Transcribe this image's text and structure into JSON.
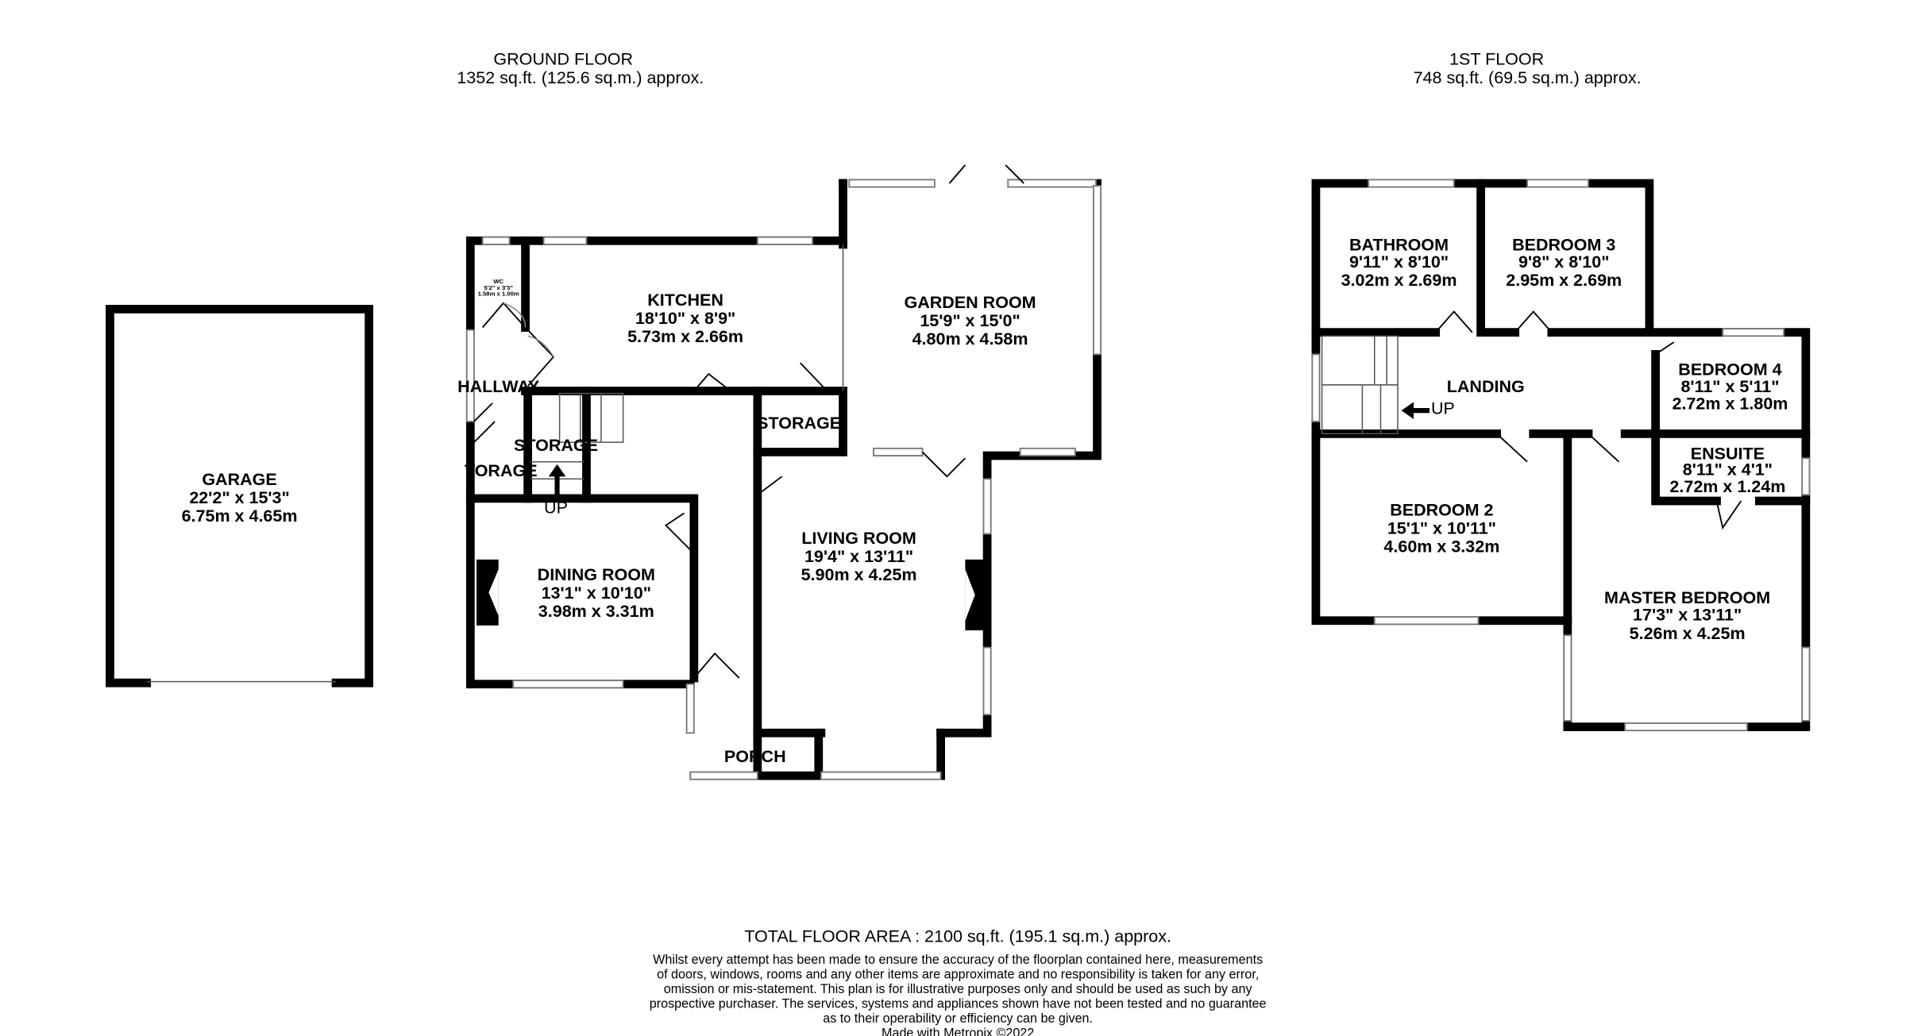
{
  "ground_floor": {
    "title": "GROUND FLOOR",
    "area": "1352 sq.ft. (125.6 sq.m.) approx.",
    "rooms": [
      {
        "name": "GARAGE",
        "imperial": "22'2\"  x 15'3\"",
        "metric": "6.75m  x 4.65m"
      },
      {
        "name": "KITCHEN",
        "imperial": "18'10\"  x 8'9\"",
        "metric": "5.73m  x 2.66m"
      },
      {
        "name": "GARDEN ROOM",
        "imperial": "15'9\"  x 15'0\"",
        "metric": "4.80m  x 4.58m"
      },
      {
        "name": "LIVING ROOM",
        "imperial": "19'4\"  x 13'11\"",
        "metric": "5.90m  x 4.25m"
      },
      {
        "name": "DINING ROOM",
        "imperial": "13'1\"  x 10'10\"",
        "metric": "3.98m  x 3.31m"
      },
      {
        "name": "WC",
        "imperial": "5'2\"  x 3'3\"",
        "metric": "1.58m  x 1.00m"
      }
    ],
    "labels": {
      "hallway": "HALLWAY",
      "storage": "STORAGE",
      "storage_left": "TORAGE",
      "porch": "PORCH",
      "up": "UP"
    }
  },
  "first_floor": {
    "title": "1ST FLOOR",
    "area": "748 sq.ft. (69.5 sq.m.) approx.",
    "rooms": [
      {
        "name": "BATHROOM",
        "imperial": "9'11\"  x 8'10\"",
        "metric": "3.02m  x 2.69m"
      },
      {
        "name": "BEDROOM 3",
        "imperial": "9'8\"  x 8'10\"",
        "metric": "2.95m  x 2.69m"
      },
      {
        "name": "BEDROOM 4",
        "imperial": "8'11\"  x 5'11\"",
        "metric": "2.72m  x 1.80m"
      },
      {
        "name": "ENSUITE",
        "imperial": "8'11\"  x 4'1\"",
        "metric": "2.72m  x 1.24m"
      },
      {
        "name": "BEDROOM 2",
        "imperial": "15'1\"  x 10'11\"",
        "metric": "4.60m  x 3.32m"
      },
      {
        "name": "MASTER BEDROOM",
        "imperial": "17'3\"  x 13'11\"",
        "metric": "5.26m  x 4.25m"
      }
    ],
    "labels": {
      "landing": "LANDING",
      "up": "UP"
    }
  },
  "footer": {
    "total": "TOTAL FLOOR AREA : 2100 sq.ft. (195.1 sq.m.) approx.",
    "disclaimer": [
      "Whilst every attempt has been made to ensure the accuracy of the floorplan contained here, measurements",
      "of doors, windows, rooms and any other items are approximate and no responsibility is taken for any error,",
      "omission or mis-statement. This plan is for illustrative purposes only and should be used as such by any",
      "prospective purchaser. The services, systems and appliances shown have not been tested and no guarantee",
      "as to their operability or efficiency can be given."
    ],
    "credit": "Made with Metropix ©2022"
  }
}
